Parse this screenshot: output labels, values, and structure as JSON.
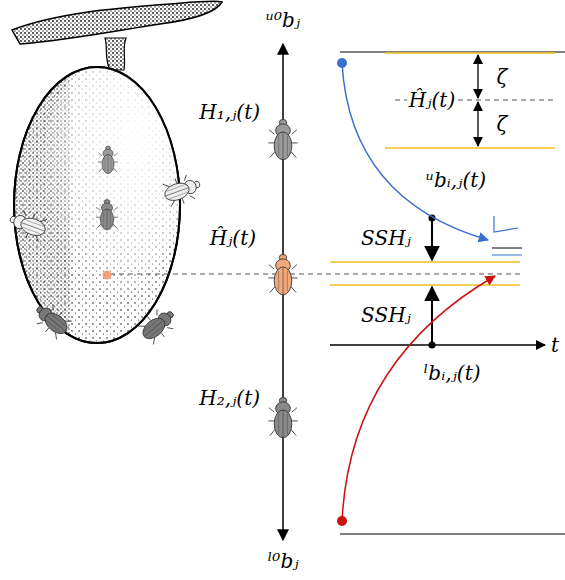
{
  "diagram": {
    "labels": [
      "ᵘ⁰bⱼ",
      "H₁,ⱼ(t)",
      "Ĥⱼ(t)",
      "ζ",
      "ζ",
      "ᵘbᵢ,ⱼ(t)",
      "Ĥⱼ(t)",
      "SSHⱼ",
      "SSHⱼ",
      "t",
      "ˡbᵢ,ⱼ(t)",
      "H₂,ⱼ(t)",
      "ˡ⁰bⱼ"
    ]
  }
}
